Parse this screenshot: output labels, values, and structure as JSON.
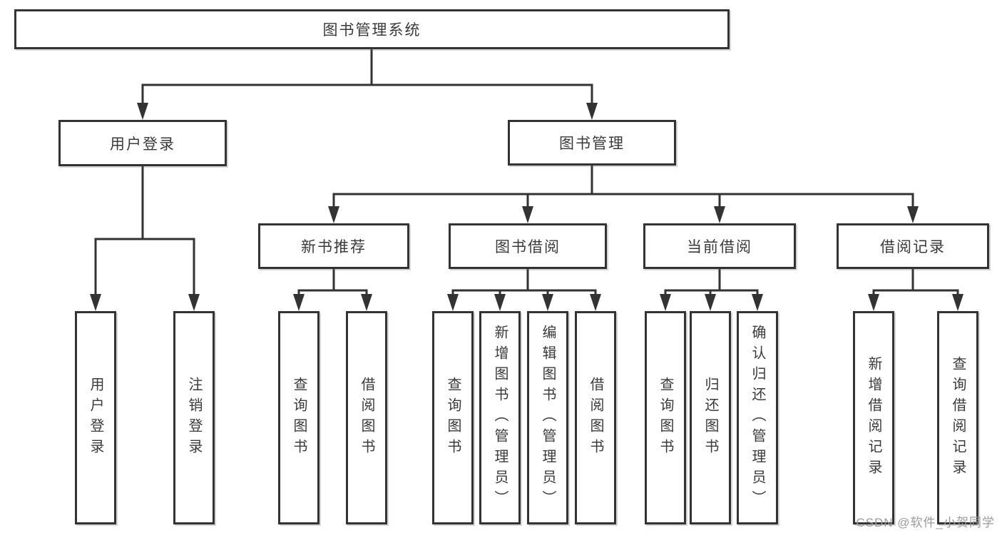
{
  "diagram": {
    "title": "图书管理系统",
    "nodes": {
      "root": "图书管理系统",
      "user_login": "用户登录",
      "book_mgmt": "图书管理",
      "new_book_rec": "新书推荐",
      "book_borrow": "图书借阅",
      "current_borrow": "当前借阅",
      "borrow_records": "借阅记录",
      "leaf_user_login": "用户登录",
      "leaf_logout": "注销登录",
      "rec_query_book": "查询图书",
      "rec_borrow_book": "借阅图书",
      "bb_query_book": "查询图书",
      "bb_add_book": "新增图书（管理员）",
      "bb_edit_book": "编辑图书（管理员）",
      "bb_borrow_book": "借阅图书",
      "cb_query_book": "查询图书",
      "cb_return_book": "归还图书",
      "cb_confirm_return": "确认归还（管理员）",
      "br_add_record": "新增借阅记录",
      "br_query_record": "查询借阅记录"
    },
    "colors": {
      "line": "#333333",
      "text": "#3a3a3a",
      "watermark": "#9b9b9b"
    }
  },
  "watermark": "CSDN @软件_小贺同学"
}
